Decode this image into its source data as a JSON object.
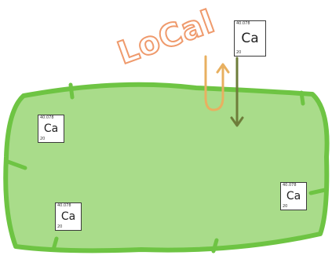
{
  "title": "LoCal",
  "colors": {
    "cell_fill": "#a9dc8a",
    "cell_stroke": "#6ec443",
    "out_arrow": "#e8b060",
    "in_arrow": "#6e7d3a",
    "label": "#ef9a6c"
  },
  "elements": [
    {
      "id": "ca-top",
      "mass": "40.078",
      "symbol": "Ca",
      "number": "20"
    },
    {
      "id": "ca-left",
      "mass": "40.078",
      "symbol": "Ca",
      "number": "20"
    },
    {
      "id": "ca-bottom",
      "mass": "40.078",
      "symbol": "Ca",
      "number": "20"
    },
    {
      "id": "ca-right",
      "mass": "40.078",
      "symbol": "Ca",
      "number": "20"
    }
  ]
}
